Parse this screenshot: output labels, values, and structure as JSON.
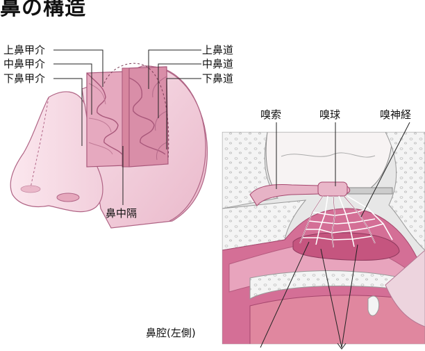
{
  "title": "鼻の構造",
  "labels": {
    "upper_turbinate": "上鼻甲介",
    "middle_turbinate": "中鼻甲介",
    "lower_turbinate": "下鼻甲介",
    "upper_meatus": "上鼻道",
    "middle_meatus": "中鼻道",
    "lower_meatus": "下鼻道",
    "septum": "鼻中隔",
    "olfactory_tract": "嗅索",
    "olfactory_bulb": "嗅球",
    "olfactory_nerve": "嗅神経",
    "nasal_cavity": "鼻腔(左側)"
  },
  "colors": {
    "tissue_light": "#f6dde6",
    "tissue_mid": "#e9b3c6",
    "tissue_dark": "#c8668b",
    "cavity_gray": "#e6e6e6",
    "bone": "#f3f3f3",
    "line": "#222222"
  }
}
